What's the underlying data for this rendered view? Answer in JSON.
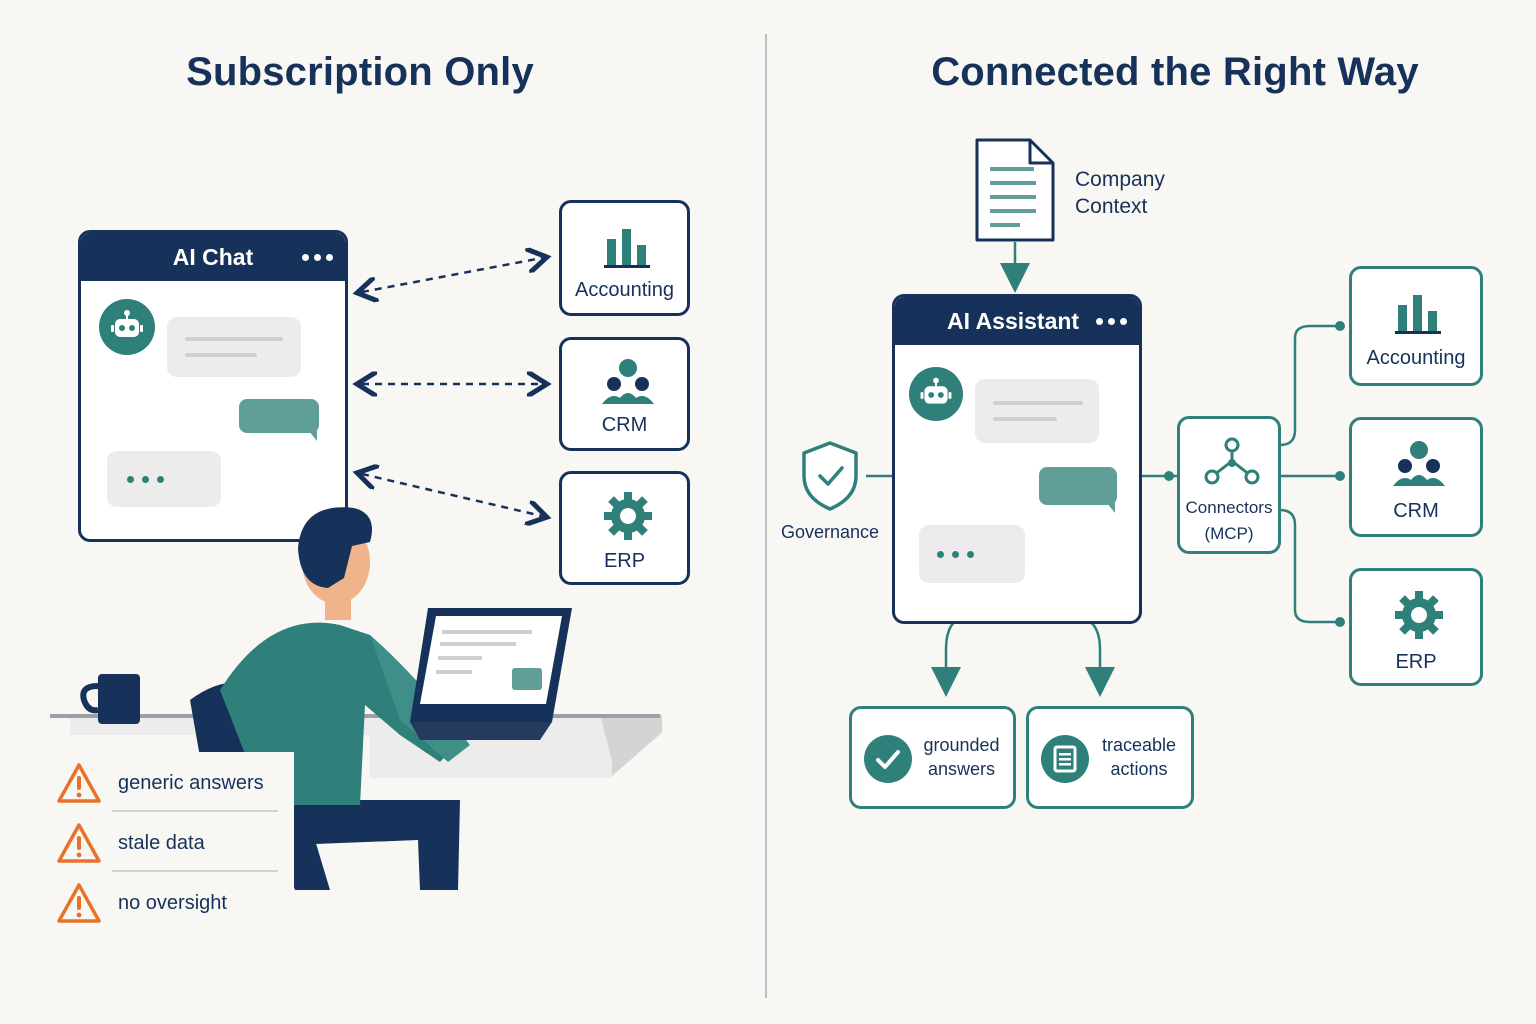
{
  "left": {
    "title": "Subscription Only",
    "chat_title": "AI Chat",
    "systems": [
      "Accounting",
      "CRM",
      "ERP"
    ],
    "warnings": [
      "generic answers",
      "stale data",
      "no oversight"
    ]
  },
  "right": {
    "title": "Connected the Right Way",
    "context_label": "Company\nContext",
    "chat_title": "AI Assistant",
    "governance_label": "Governance",
    "connectors_label": "Connectors\n(MCP)",
    "systems": [
      "Accounting",
      "CRM",
      "ERP"
    ],
    "outcomes": [
      "grounded\nanswers",
      "traceable\nactions"
    ]
  },
  "colors": {
    "navy": "#17325a",
    "teal": "#2f7f7a",
    "warning": "#e8722a"
  }
}
